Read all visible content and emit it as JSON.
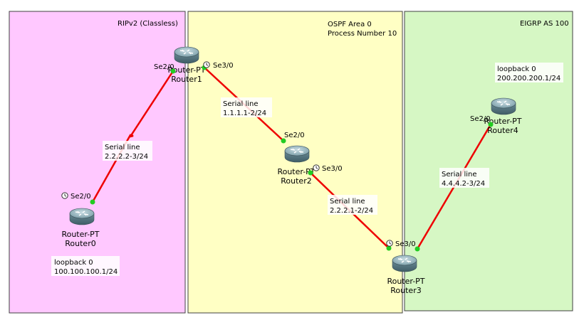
{
  "zones": [
    {
      "id": "rip",
      "title": "RIPv2 (Classless)",
      "fill": "#ffc8ff"
    },
    {
      "id": "ospf",
      "title": "OSPF Area 0",
      "subtitle": "Process Number 10",
      "fill": "#ffffc4"
    },
    {
      "id": "eigrp",
      "title": "EIGRP AS 100",
      "fill": "#d6f7c4"
    }
  ],
  "routers": {
    "r0": {
      "type": "Router-PT",
      "name": "Router0"
    },
    "r1": {
      "type": "Router-PT",
      "name": "Router1"
    },
    "r2": {
      "type": "Router-PT",
      "name": "Router2"
    },
    "r3": {
      "type": "Router-PT",
      "name": "Router3"
    },
    "r4": {
      "type": "Router-PT",
      "name": "Router4"
    }
  },
  "links": {
    "l01": {
      "line1": "Serial line",
      "line2": "2.2.2.2-3/24"
    },
    "l12": {
      "line1": "Serial line",
      "line2": "1.1.1.1-2/24"
    },
    "l23": {
      "line1": "Serial line",
      "line2": "2.2.2.1-2/24"
    },
    "l34": {
      "line1": "Serial line",
      "line2": "4.4.4.2-3/24"
    }
  },
  "ports": {
    "r0_se20": "Se2/0",
    "r1_se20": "Se2/0",
    "r1_se30": "Se3/0",
    "r2_se20": "Se2/0",
    "r2_se30": "Se3/0",
    "r3_se30": "Se3/0",
    "r4_se20": "Se2/0"
  },
  "loopbacks": {
    "r0": {
      "line1": "loopback 0",
      "line2": "100.100.100.1/24"
    },
    "r4": {
      "line1": "loopback 0",
      "line2": "200.200.200.1/24"
    }
  },
  "colors": {
    "link": "#ee0000",
    "port_up": "#22cc22",
    "border": "#404040"
  }
}
